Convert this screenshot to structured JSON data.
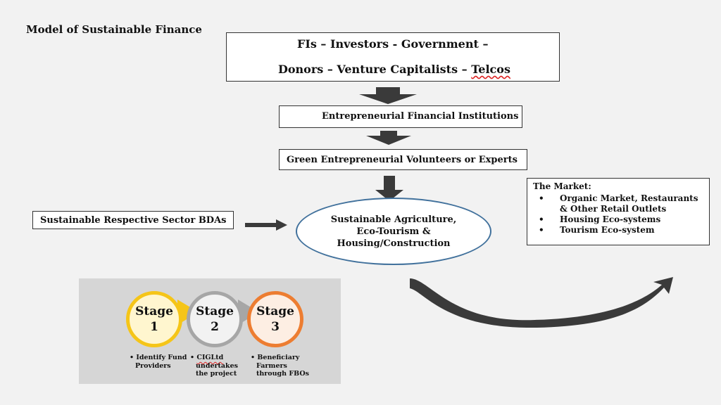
{
  "title": "Model of Sustainable Finance",
  "top_box": {
    "line1": "FIs – Investors - Government –",
    "line2_a": "Donors – Venture Capitalists – ",
    "line2_b": "Telcos"
  },
  "efi_box": "Entrepreneurial Financial Institutions",
  "gev_box": "Green Entrepreneurial Volunteers or Experts",
  "bda_box": "Sustainable Respective Sector BDAs",
  "ellipse": {
    "line1": "Sustainable Agriculture,",
    "line2": "Eco-Tourism &",
    "line3": "Housing/Construction"
  },
  "market": {
    "heading": "The Market:",
    "items": [
      "Organic Market, Restaurants & Other Retail Outlets",
      "Housing Eco-systems",
      "Tourism Eco-system"
    ]
  },
  "stages": [
    {
      "label": "Stage",
      "number": "1",
      "note_a": "• Identify Fund",
      "note_b": "Providers",
      "note_c": ""
    },
    {
      "label": "Stage",
      "number": "2",
      "note_a": "• CIGLtd",
      "note_b": "undertakes",
      "note_c": "the project"
    },
    {
      "label": "Stage",
      "number": "3",
      "note_a": "• Beneficiary",
      "note_b": "Farmers",
      "note_c": "through FBOs"
    }
  ],
  "colors": {
    "stage1_ring": "#f5c518",
    "stage2_ring": "#a6a6a6",
    "stage3_ring": "#ed7d31",
    "ellipse_border": "#41719c",
    "arrow_fill": "#3a3a3a"
  }
}
